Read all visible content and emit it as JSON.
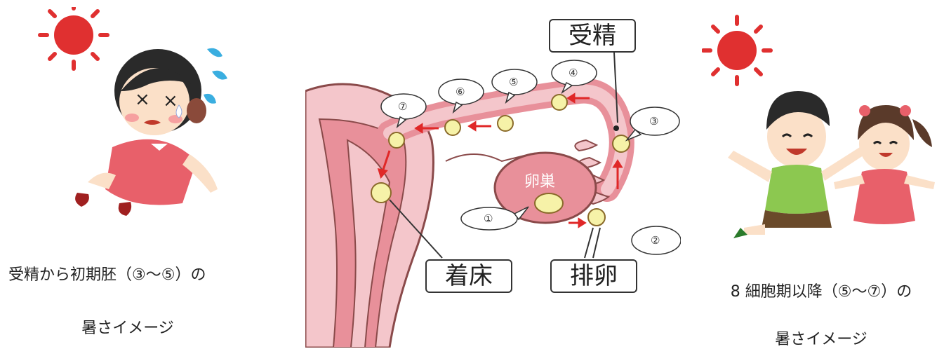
{
  "left": {
    "caption_line1": "受精から初期胚（③〜⑤）の",
    "caption_line2": "暑さイメージ"
  },
  "right": {
    "caption_line1": "8 細胞期以降（⑤〜⑦）の",
    "caption_line2": "暑さイメージ"
  },
  "diagram": {
    "label_fertilization": "受精",
    "label_implantation": "着床",
    "label_ovulation": "排卵",
    "label_ovary": "卵巣",
    "steps": [
      "①",
      "②",
      "③",
      "④",
      "⑤",
      "⑥",
      "⑦"
    ]
  },
  "colors": {
    "sun": "#e03030",
    "uterus_fill": "#f4c6cb",
    "uterus_inner": "#e8909a",
    "egg": "#f6f2a8",
    "arrow": "#e02828",
    "girl_dress": "#e8606a",
    "boy_shirt": "#8cc850"
  }
}
